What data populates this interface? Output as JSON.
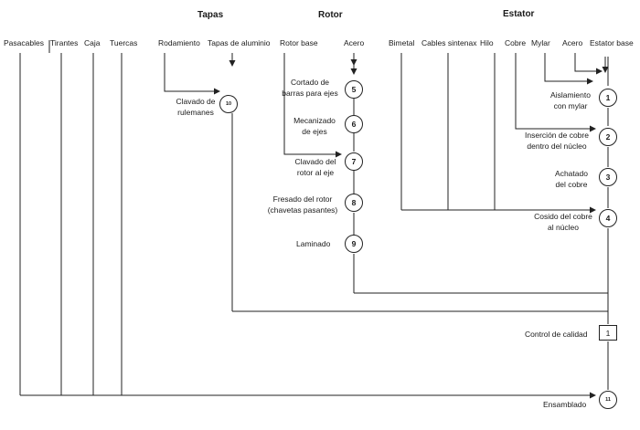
{
  "headers": {
    "tapas": "Tapas",
    "rotor": "Rotor",
    "estator": "Estator"
  },
  "top_labels": {
    "pasacables": "Pasacables",
    "tirantes": "Tirantes",
    "caja": "Caja",
    "tuercas": "Tuercas",
    "rodamiento": "Rodamiento",
    "tapas_aluminio": "Tapas de aluminio",
    "rotor_base": "Rotor base",
    "acero_rotor": "Acero",
    "bimetal": "Bimetal",
    "cables_sintenax": "Cables sintenax",
    "hilo": "Hilo",
    "cobre": "Cobre",
    "mylar": "Mylar",
    "acero_estator": "Acero",
    "estator_base": "Estator base"
  },
  "operations": [
    {
      "id": "op5",
      "number": "5",
      "label": "Cortado de\nbarras para ejes"
    },
    {
      "id": "op6",
      "number": "6",
      "label": "Mecanizado\nde ejes"
    },
    {
      "id": "op7",
      "number": "7",
      "label": "Clavado del\nrotor al eje"
    },
    {
      "id": "op8",
      "number": "8",
      "label": "Fresado del rotor\n(chavetas pasantes)"
    },
    {
      "id": "op9",
      "number": "9",
      "label": "Laminado"
    },
    {
      "id": "op10",
      "number": "10",
      "label": "Clavado de\nrulemanes"
    },
    {
      "id": "op1",
      "number": "1",
      "label": "Aislamiento\ncon mylar"
    },
    {
      "id": "op2",
      "number": "2",
      "label": "Inserción de cobre\ndentro del núcleo"
    },
    {
      "id": "op3",
      "number": "3",
      "label": "Achatado\ndel cobre"
    },
    {
      "id": "op4",
      "number": "4",
      "label": "Cosido del cobre\nal núcleo"
    },
    {
      "id": "op11",
      "number": "11",
      "label": "Ensamblado"
    }
  ],
  "inspection": {
    "number": "1",
    "label": "Control de calidad"
  },
  "line_color": "#222222"
}
